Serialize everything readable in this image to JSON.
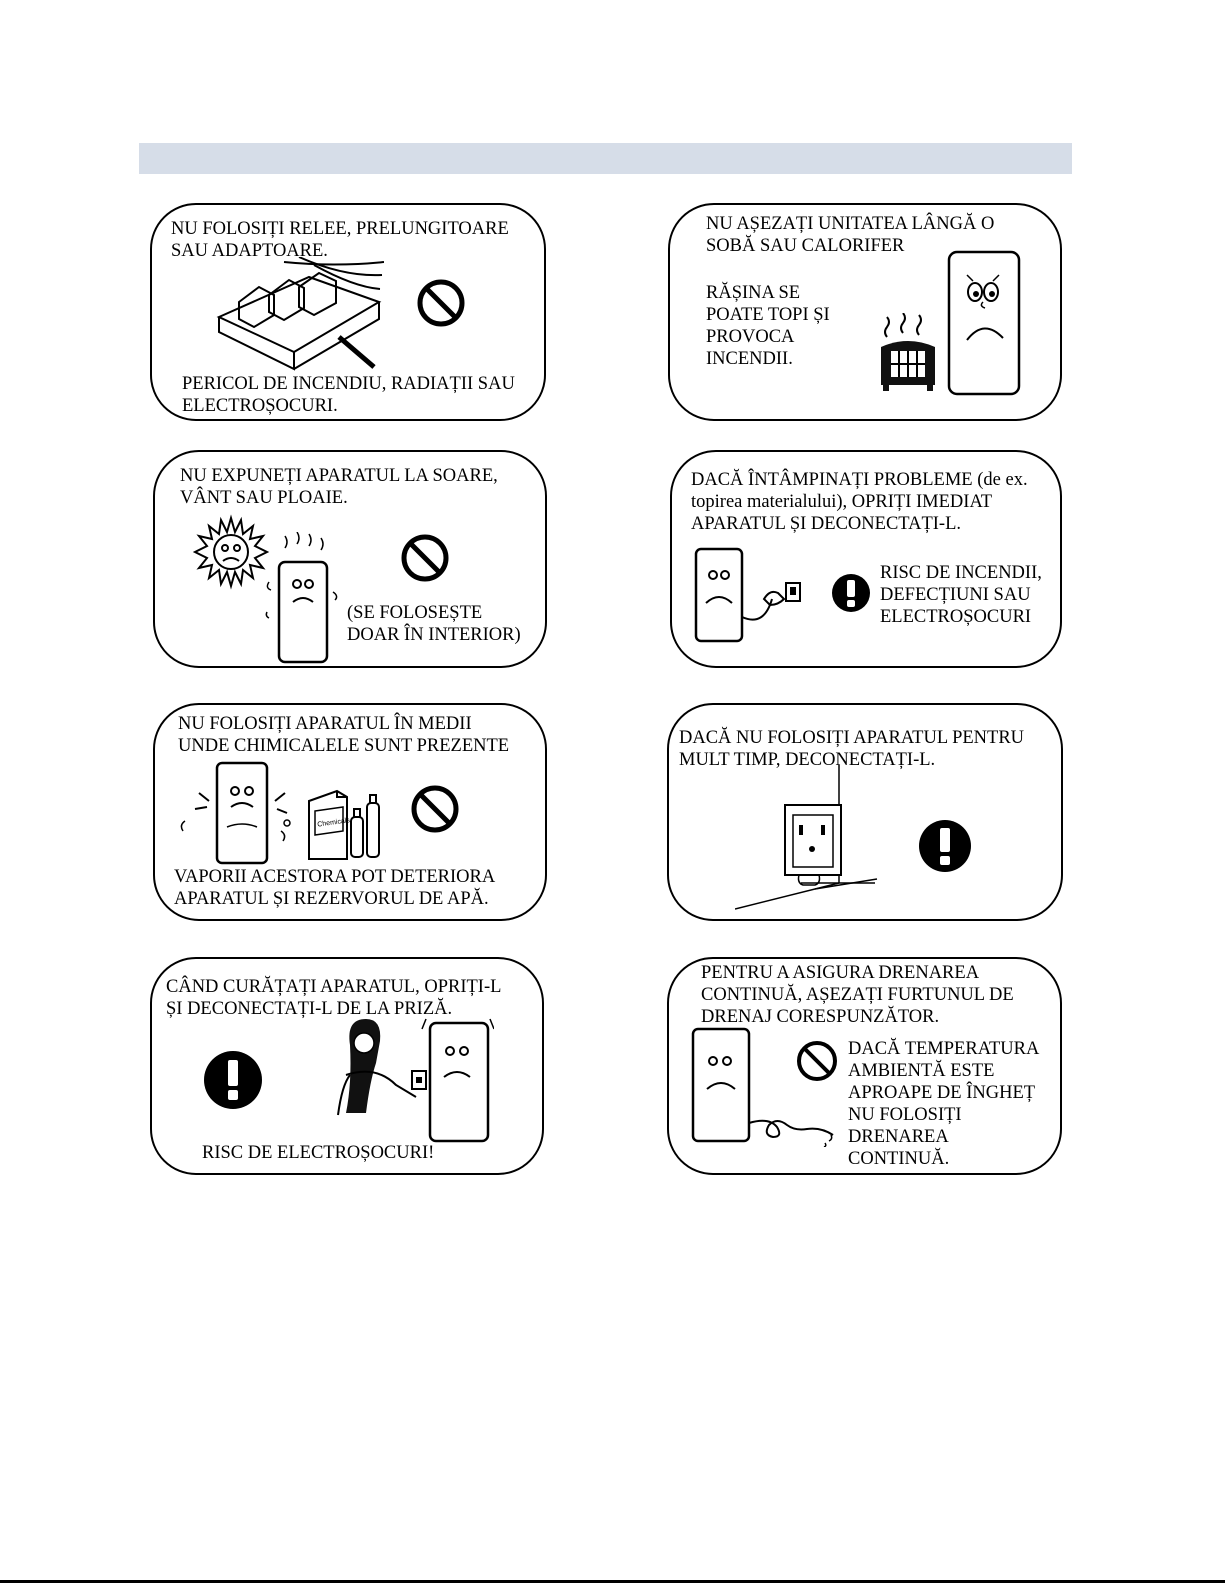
{
  "cards": [
    {
      "title_lines": [
        "NU FOLOSIȚI RELEE, PRELUNGITOARE",
        "SAU ADAPTOARE."
      ],
      "note_lines": [
        "PERICOL DE INCENDIU, RADIAȚII SAU",
        "ELECTROȘOCURI."
      ],
      "icon": "prohibited-icon"
    },
    {
      "title_lines": [
        "NU AȘEZAȚI UNITATEA LÂNGĂ O",
        "SOBĂ SAU CALORIFER"
      ],
      "note_lines": [
        "RĂȘINA SE",
        "POATE TOPI ȘI",
        "PROVOCA",
        "INCENDII."
      ],
      "icon": "heater-icon"
    },
    {
      "title_lines": [
        "NU EXPUNEȚI APARATUL LA SOARE,",
        "VÂNT SAU PLOAIE."
      ],
      "note_lines": [
        "(SE FOLOSEȘTE",
        "DOAR ÎN INTERIOR)"
      ],
      "icon": "prohibited-icon"
    },
    {
      "title_lines": [
        "DACĂ ÎNTÂMPINAȚI PROBLEME (de ex.",
        "topirea materialului), OPRIȚI IMEDIAT",
        "APARATUL ȘI DECONECTAȚI-L."
      ],
      "note_lines": [
        "RISC DE INCENDII,",
        "DEFECȚIUNI SAU",
        "ELECTROȘOCURI"
      ],
      "icon": "warning-icon"
    },
    {
      "title_lines": [
        "NU FOLOSIȚI APARATUL ÎN MEDII",
        "UNDE CHIMICALELE SUNT PREZENTE"
      ],
      "note_lines": [
        "VAPORII ACESTORA POT DETERIORA",
        "APARATUL ȘI REZERVORUL DE APĂ."
      ],
      "icon": "prohibited-icon",
      "box_label": "Chemicals"
    },
    {
      "title_lines": [
        "DACĂ NU FOLOSIȚI APARATUL PENTRU",
        "MULT TIMP, DECONECTAȚI-L."
      ],
      "note_lines": [],
      "icon": "warning-icon"
    },
    {
      "title_lines": [
        "CÂND CURĂȚAȚI APARATUL, OPRIȚI-L",
        "ȘI DECONECTAȚI-L DE LA PRIZĂ."
      ],
      "note_lines": [
        "RISC DE ELECTROȘOCURI!"
      ],
      "icon": "warning-icon"
    },
    {
      "title_lines": [
        "PENTRU A ASIGURA DRENAREA",
        "CONTINUĂ, AȘEZAȚI FURTUNUL DE",
        "DRENAJ CORESPUNZĂTOR."
      ],
      "note_lines": [
        "DACĂ TEMPERATURA",
        "AMBIENTĂ ESTE",
        "APROAPE DE ÎNGHEȚ",
        "NU FOLOSIȚI",
        "DRENAREA",
        "CONTINUĂ."
      ],
      "icon": "prohibited-icon"
    }
  ]
}
